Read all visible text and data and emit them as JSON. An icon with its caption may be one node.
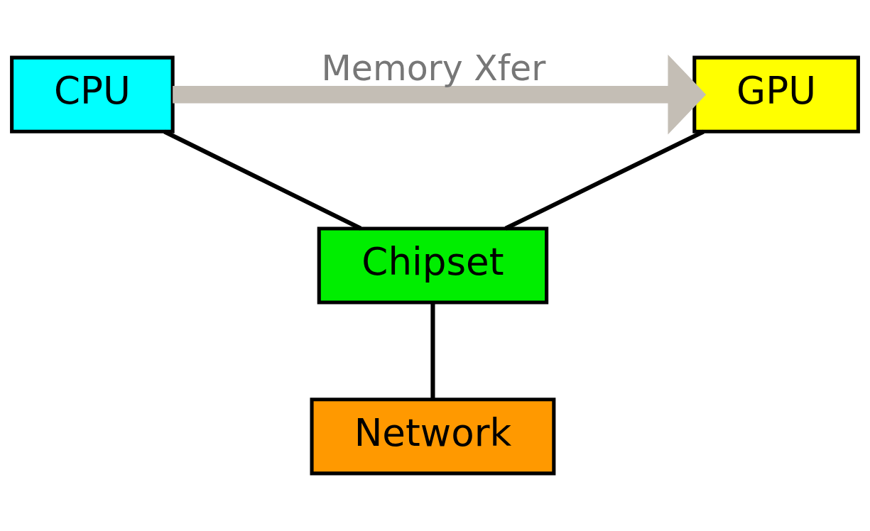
{
  "diagram": {
    "nodes": [
      {
        "text": [
          "CPU"
        ]
      },
      {
        "text": [
          "GPU"
        ]
      },
      {
        "text": [
          "Chipset"
        ]
      },
      {
        "text": [
          "Network"
        ]
      }
    ],
    "edges": [
      {
        "from": 0,
        "to": 1,
        "arrow": "to",
        "label": "Memory Xfer",
        "style": "thick",
        "color": "#c4beb5"
      },
      {
        "from": 0,
        "to": 2,
        "arrow": "none"
      },
      {
        "from": 1,
        "to": 2,
        "arrow": "none"
      },
      {
        "from": 2,
        "to": 3,
        "arrow": "none"
      }
    ]
  }
}
